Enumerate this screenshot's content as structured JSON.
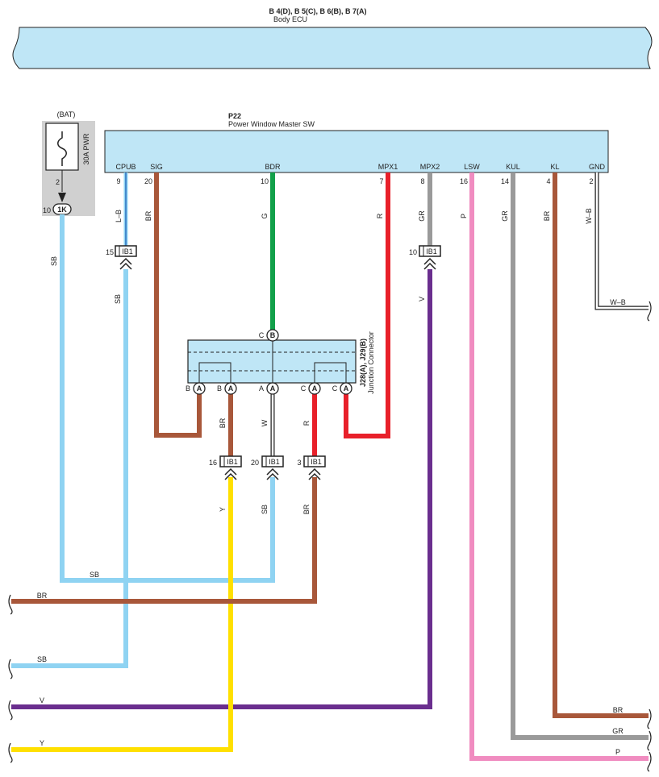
{
  "ecu": {
    "connectors": "B 4(D), B 5(C), B 6(B), B 7(A)",
    "name": "Body ECU"
  },
  "fuse": {
    "source": "(BAT)",
    "name": "30A PWR",
    "pin": "2",
    "junction_pin": "10",
    "junction": "1K"
  },
  "master_switch": {
    "code": "P22",
    "name": "Power Window Master SW",
    "terminals": [
      {
        "label": "CPUB",
        "pin": "9",
        "wire": "L–B"
      },
      {
        "label": "SIG",
        "pin": "20",
        "wire": "BR"
      },
      {
        "label": "BDR",
        "pin": "10",
        "wire": "G"
      },
      {
        "label": "MPX1",
        "pin": "7",
        "wire": "R"
      },
      {
        "label": "MPX2",
        "pin": "8",
        "wire": "GR"
      },
      {
        "label": "LSW",
        "pin": "16",
        "wire": "P"
      },
      {
        "label": "KUL",
        "pin": "14",
        "wire": "GR"
      },
      {
        "label": "KL",
        "pin": "4",
        "wire": "BR"
      },
      {
        "label": "GND",
        "pin": "2",
        "wire": "W–B"
      }
    ]
  },
  "junction_connector": {
    "code": "J28(A), J29(B)",
    "name": "Junction Connector",
    "top_pin": {
      "pin": "C",
      "conn": "B"
    },
    "bottom_pins": [
      {
        "pin": "B",
        "conn": "A"
      },
      {
        "pin": "B",
        "conn": "A"
      },
      {
        "pin": "A",
        "conn": "A"
      },
      {
        "pin": "C",
        "conn": "A"
      },
      {
        "pin": "C",
        "conn": "A"
      }
    ]
  },
  "connectors": [
    {
      "pin": "15",
      "name": "IB1",
      "wire_below": "SB"
    },
    {
      "pin": "10",
      "name": "IB1",
      "wire_below": "V"
    },
    {
      "pin": "16",
      "name": "IB1",
      "wire_above": "BR",
      "wire_below": "Y"
    },
    {
      "pin": "20",
      "name": "IB1",
      "wire_above": "W",
      "wire_below": "SB"
    },
    {
      "pin": "3",
      "name": "IB1",
      "wire_above": "R",
      "wire_below": "BR"
    }
  ],
  "wire_labels": {
    "sb_vertical": "SB",
    "sb_horizontal": "SB",
    "ground_horizontal": "W–B"
  },
  "edge_wires_left": [
    "BR",
    "SB",
    "V",
    "Y"
  ],
  "edge_wires_right": [
    "BR",
    "GR",
    "P"
  ],
  "colors": {
    "module_fill": "#bfe6f6",
    "SB": "#8fd3f2",
    "BR": "#a8573a",
    "G": "#12a04a",
    "R": "#e8202a",
    "GR": "#9a9a9a",
    "P": "#f08cc0",
    "V": "#6a2e8e",
    "Y": "#ffe000",
    "L-B": "#2a6fc0"
  }
}
